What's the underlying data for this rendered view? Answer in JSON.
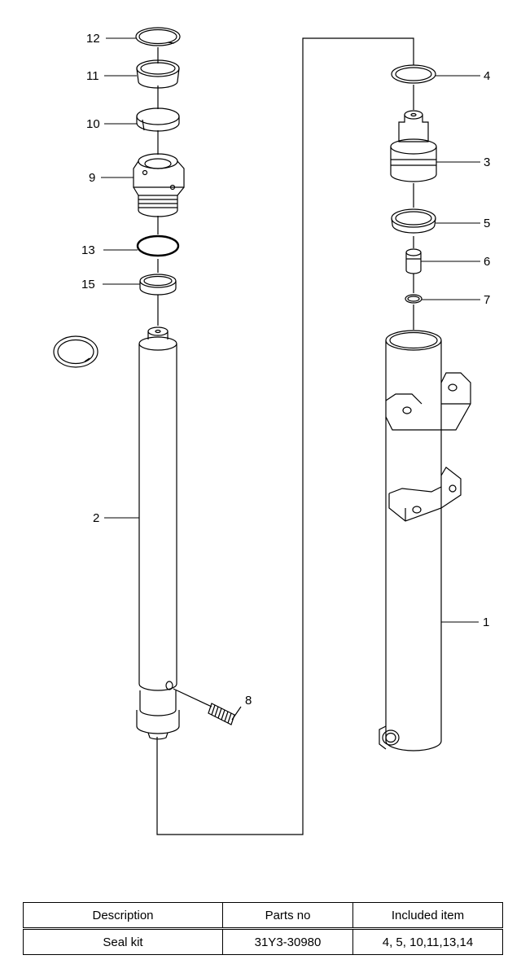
{
  "callouts": [
    "12",
    "11",
    "10",
    "9",
    "13",
    "15",
    "2",
    "8",
    "4",
    "3",
    "5",
    "6",
    "7",
    "1"
  ],
  "table": {
    "headers": [
      "Description",
      "Parts no",
      "Included item"
    ],
    "rows": [
      [
        "Seal kit",
        "31Y3-30980",
        "4, 5, 10,11,13,14"
      ]
    ]
  }
}
